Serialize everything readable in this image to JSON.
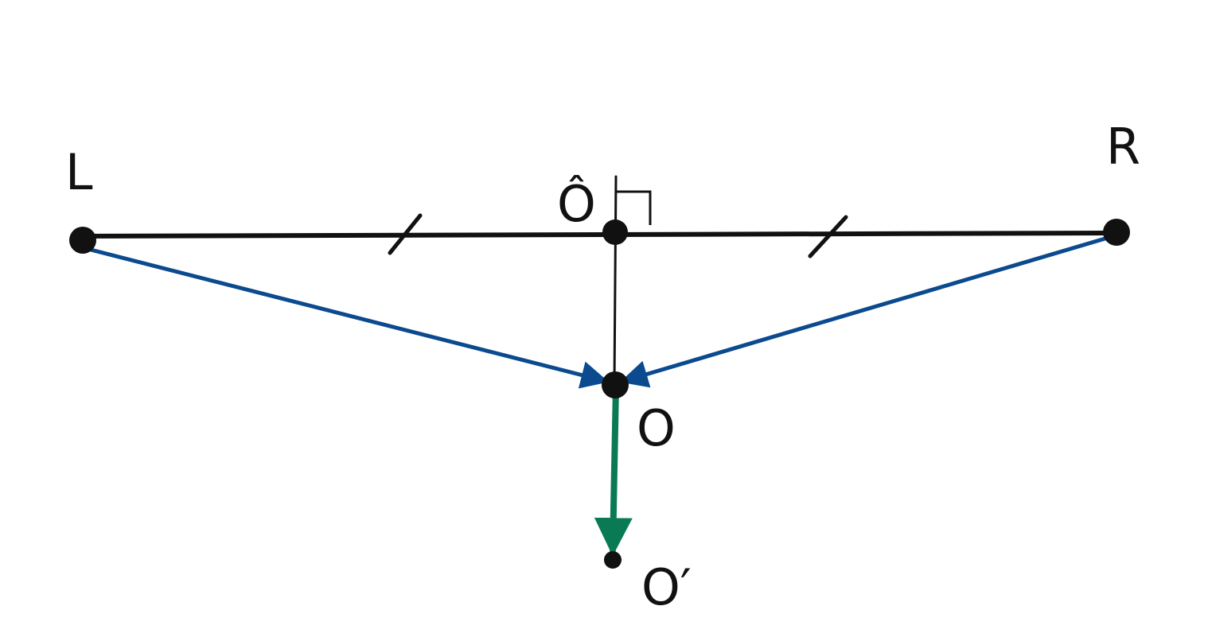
{
  "labels": {
    "L": "L",
    "R": "R",
    "O_hat": "Ô",
    "O": "O",
    "O_prime": "O′"
  },
  "colors": {
    "ink": "#111111",
    "blue_vector": "#0b4a8f",
    "green_vector": "#0a7a55"
  }
}
